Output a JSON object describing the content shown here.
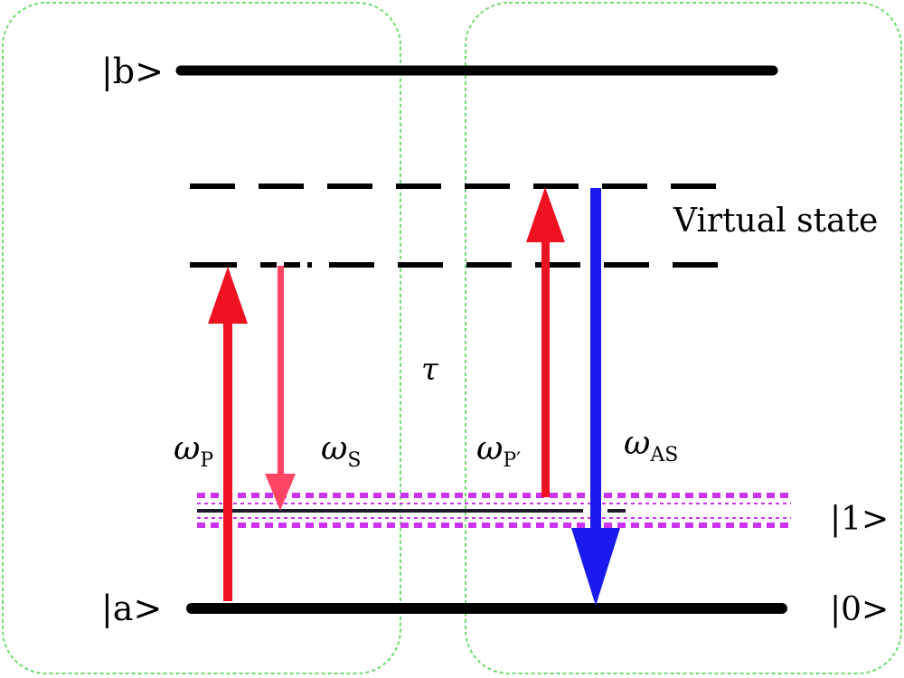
{
  "colors": {
    "background": "#ffffff",
    "frame_green": "#6fdc6f",
    "level_black": "#000000",
    "pump_red": "#ee1122",
    "stokes_pink": "#ff4466",
    "anti_stokes_blue": "#1a1aee",
    "vibrational_magenta": "#cc33ee"
  },
  "levels": {
    "b": "|b>",
    "a": "|a>",
    "one": "|1>",
    "zero": "|0>"
  },
  "virtual_state_label": "Virtual state",
  "delay_symbol": "τ",
  "beams": {
    "pump": {
      "symbol": "ω",
      "sub": "P"
    },
    "stokes": {
      "symbol": "ω",
      "sub": "S"
    },
    "probe": {
      "symbol": "ω",
      "sub": "P′"
    },
    "anti_stokes": {
      "symbol": "ω",
      "sub": "AS"
    }
  }
}
